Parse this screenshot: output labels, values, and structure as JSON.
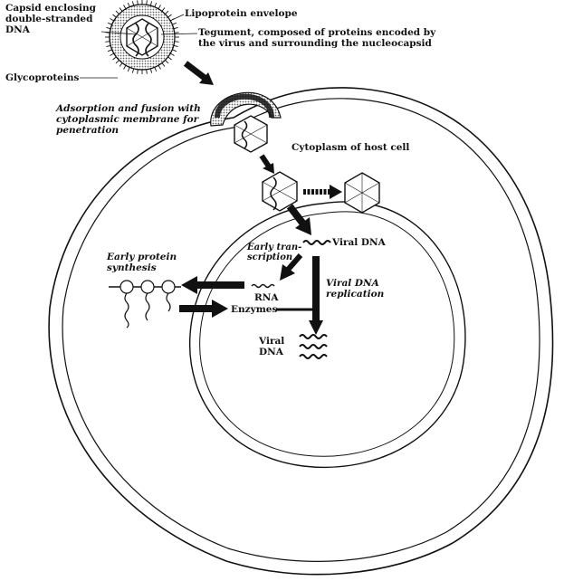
{
  "colors": {
    "ink": "#111111",
    "paper": "#ffffff",
    "shade": "#9a9a9a"
  },
  "labels": {
    "capsid": "Capsid enclosing\ndouble-stranded\nDNA",
    "lipoprotein": "Lipoprotein envelope",
    "tegument": "Tegument, composed of proteins encoded by\nthe virus and surrounding the nucleocapsid",
    "glycoproteins": "Glycoproteins",
    "adsorption": "Adsorption and fusion with\ncytoplasmic membrane for\npenetration",
    "cytoplasm": "Cytoplasm of host cell",
    "viral_dna_1": "Viral DNA",
    "early_transcription": "Early tran-\nscription",
    "early_protein": "Early protein\nsynthesis",
    "rna": "RNA",
    "viral_dna_replication": "Viral DNA\nreplication",
    "enzymes": "Enzymes",
    "viral_dna_2": "Viral\nDNA"
  }
}
